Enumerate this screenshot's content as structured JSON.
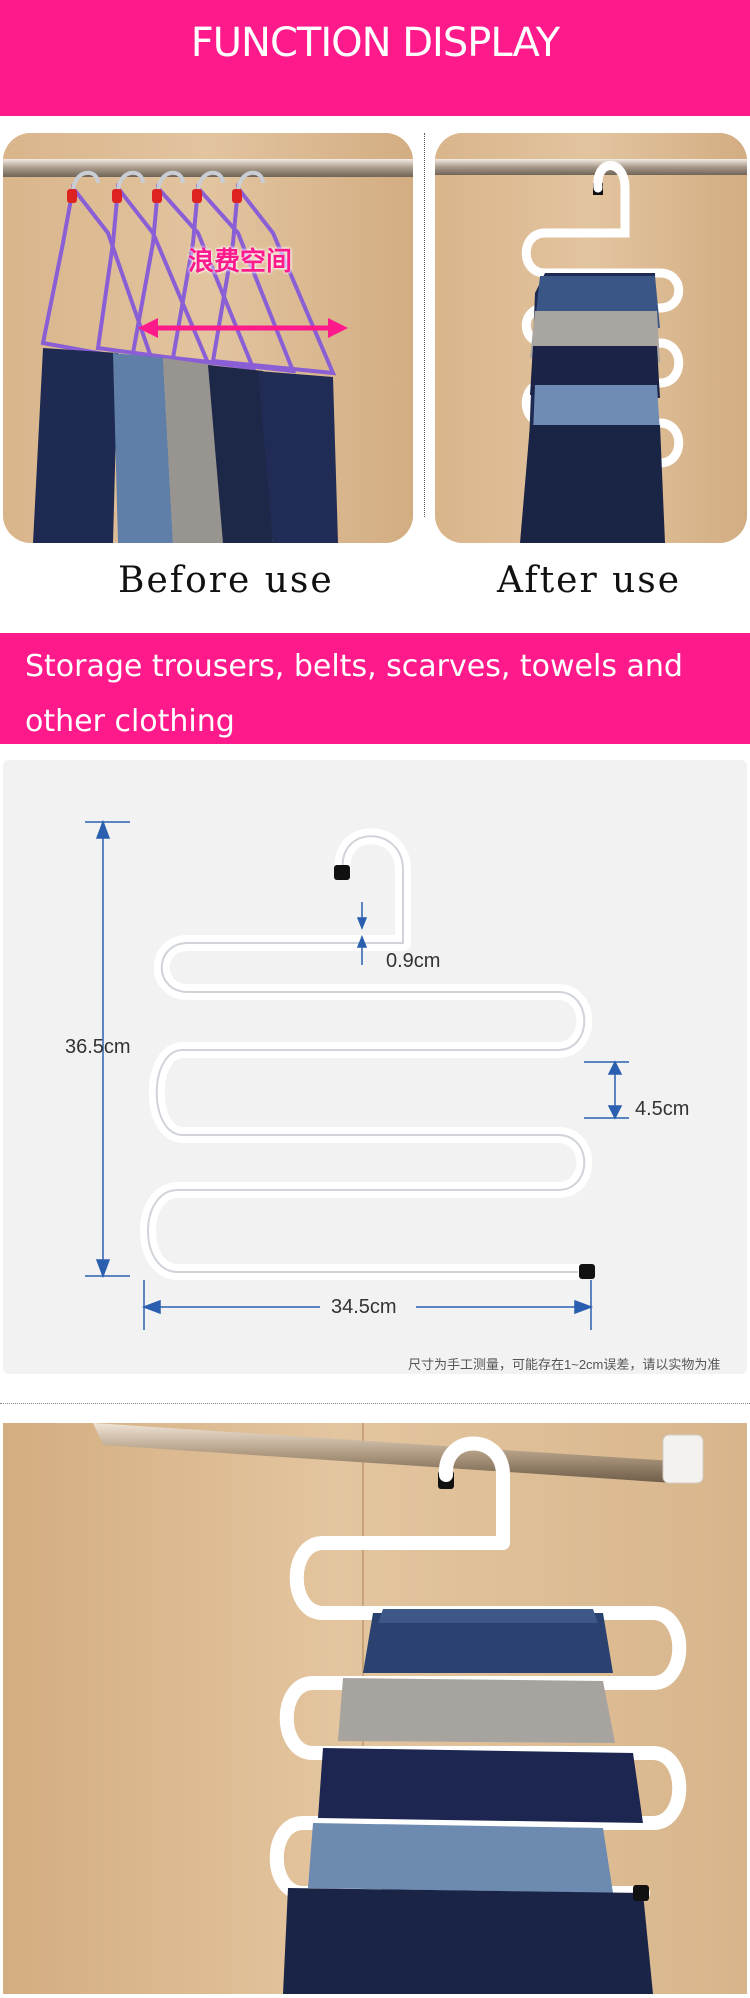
{
  "header": {
    "title": "FUNCTION DISPLAY"
  },
  "comparison": {
    "before_caption": "Before use",
    "after_caption": "After use",
    "space_tag": "浪费空间"
  },
  "storage_banner": {
    "text": "Storage trousers, belts, scarves, towels and other clothing"
  },
  "dimensions": {
    "height": "36.5cm",
    "width": "34.5cm",
    "gap": "4.5cm",
    "top_gap": "0.9cm",
    "note": "尺寸为手工测量，可能存在1~2cm误差，请以实物为准"
  },
  "colors": {
    "banner": "#ff1a8c",
    "wood": "#d8b58c",
    "dimension_line": "#2a5fb0"
  }
}
